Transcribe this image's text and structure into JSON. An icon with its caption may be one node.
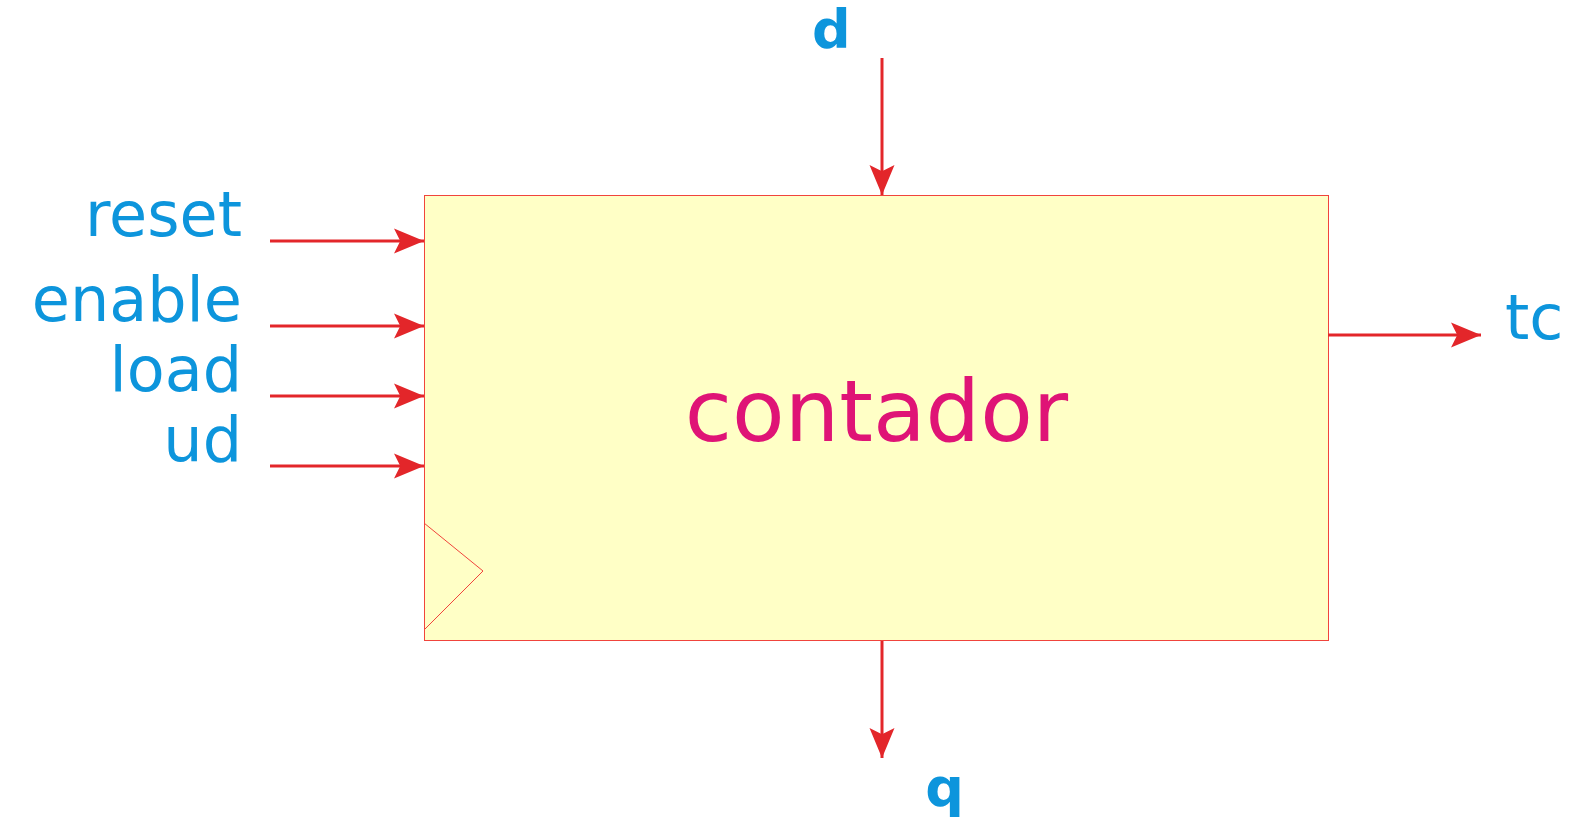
{
  "diagram": {
    "nodes": [
      {
        "text": [
          "contador"
        ]
      },
      {
        "text": [
          "d"
        ]
      },
      {
        "text": [
          "reset"
        ]
      },
      {
        "text": [
          "enable"
        ]
      },
      {
        "text": [
          "load"
        ]
      },
      {
        "text": [
          "ud"
        ]
      },
      {
        "text": [
          "tc"
        ]
      },
      {
        "text": [
          "q"
        ]
      }
    ],
    "edges": [
      {
        "from": 1,
        "to": 0,
        "arrow": "to",
        "color": "#e3262a"
      },
      {
        "from": 2,
        "to": 0,
        "arrow": "to",
        "color": "#e3262a"
      },
      {
        "from": 3,
        "to": 0,
        "arrow": "to",
        "color": "#e3262a"
      },
      {
        "from": 4,
        "to": 0,
        "arrow": "to",
        "color": "#e3262a"
      },
      {
        "from": 5,
        "to": 0,
        "arrow": "to",
        "color": "#e3262a"
      },
      {
        "from": 0,
        "to": 6,
        "arrow": "to",
        "color": "#e3262a"
      },
      {
        "from": 0,
        "to": 7,
        "arrow": "to",
        "color": "#e3262a"
      }
    ]
  }
}
